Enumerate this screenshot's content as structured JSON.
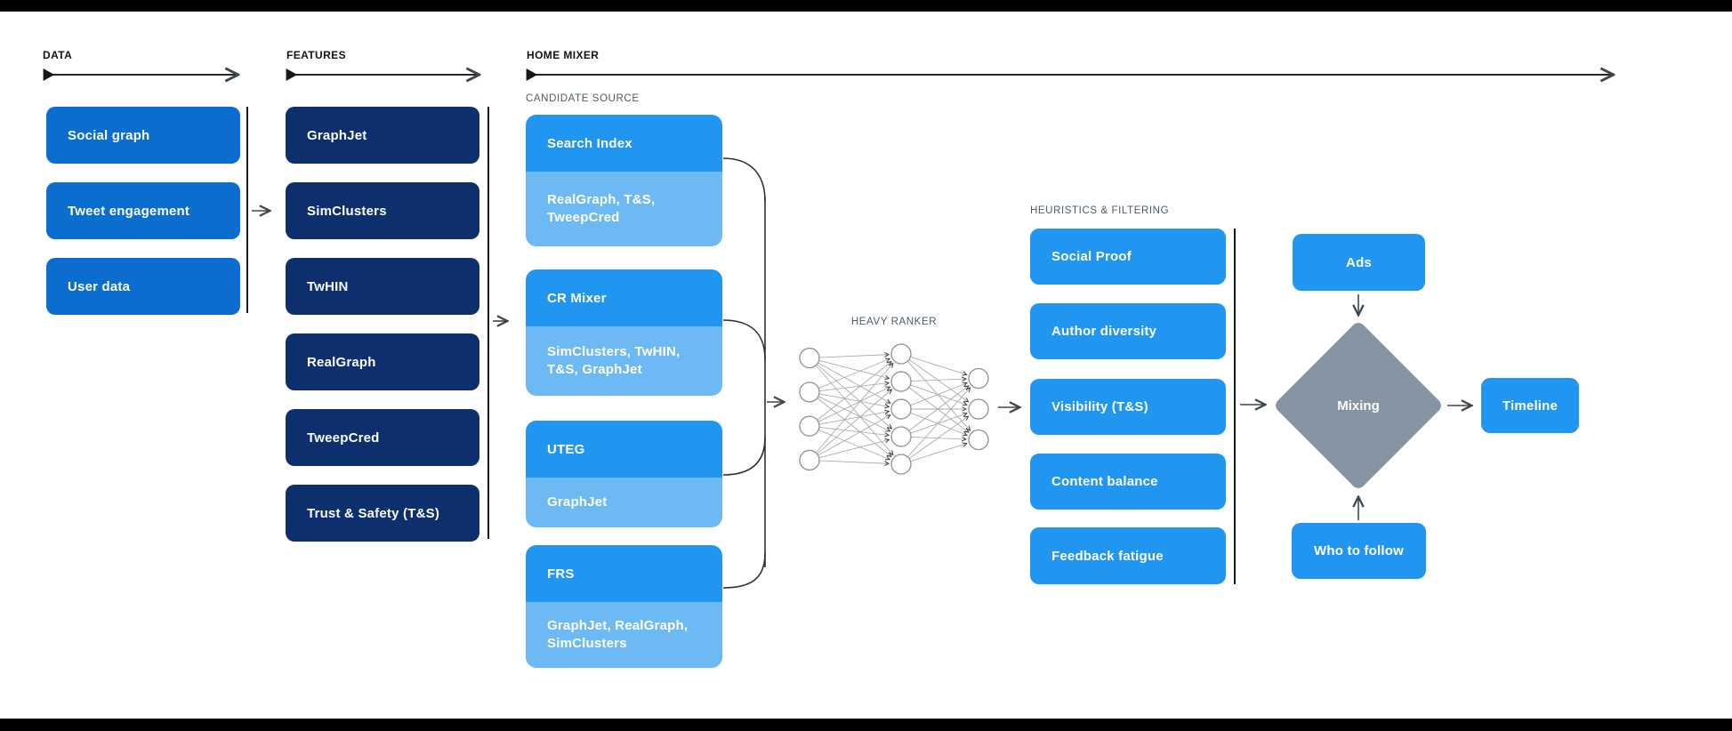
{
  "colors": {
    "data-box": "#0b6dcd",
    "feature-box": "#0d2f6d",
    "bright-blue": "#2196f0",
    "light-blue": "#6db9f4",
    "diamond-gray": "#8494a3",
    "header-text": "#0f1419",
    "subheader-text": "#4d5b66"
  },
  "headers": {
    "data": "DATA",
    "features": "FEATURES",
    "home_mixer": "HOME MIXER"
  },
  "data_sources": {
    "items": [
      "Social graph",
      "Tweet engagement",
      "User data"
    ]
  },
  "features": {
    "items": [
      "GraphJet",
      "SimClusters",
      "TwHIN",
      "RealGraph",
      "TweepCred",
      "Trust & Safety (T&S)"
    ]
  },
  "candidate_source": {
    "label": "CANDIDATE SOURCE",
    "items": [
      {
        "title": "Search Index",
        "sub": "RealGraph, T&S, TweepCred"
      },
      {
        "title": "CR Mixer",
        "sub": "SimClusters, TwHIN, T&S, GraphJet"
      },
      {
        "title": "UTEG",
        "sub": "GraphJet"
      },
      {
        "title": "FRS",
        "sub": "GraphJet, RealGraph, SimClusters"
      }
    ]
  },
  "heavy_ranker": {
    "label": "HEAVY RANKER",
    "layers": [
      4,
      5,
      3
    ]
  },
  "heuristics": {
    "label": "HEURISTICS & FILTERING",
    "items": [
      "Social Proof",
      "Author diversity",
      "Visibility (T&S)",
      "Content balance",
      "Feedback fatigue"
    ]
  },
  "mixer": {
    "ads": "Ads",
    "mixing": "Mixing",
    "who_to_follow": "Who to follow",
    "timeline": "Timeline"
  }
}
